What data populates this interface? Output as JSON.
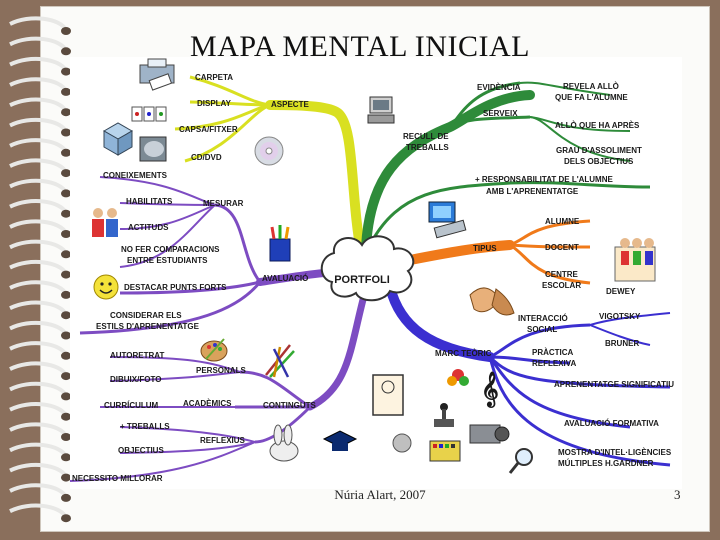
{
  "slide": {
    "title": "MAPA MENTAL INICIAL",
    "footer": "Núria Alart, 2007",
    "page_number": "3"
  },
  "map": {
    "center": "PORTFOLI",
    "aspecte": {
      "label": "ASPECTE",
      "items": [
        "CARPETA",
        "DISPLAY",
        "CAPSA/FITXER",
        "CD/DVD"
      ]
    },
    "avaluacio": {
      "label": "AVALUACIÓ",
      "mesurar": "MESURAR",
      "mesurar_items": [
        "CONEIXEMENTS",
        "HABILITATS",
        "ACTITUDS",
        "NO FER COMPARACIONS",
        "ENTRE ESTUDIANTS"
      ],
      "items": [
        "DESTACAR PUNTS FORTS",
        "CONSIDERAR ELS",
        "ESTILS D'APRENENTATGE"
      ]
    },
    "continguts": {
      "label": "CONTINGUTS",
      "personals": "PERSONALS",
      "personals_items": [
        "AUTORETRAT",
        "DIBUIX/FOTO"
      ],
      "academics": "ACADÈMICS",
      "academics_items": [
        "CURRÍCULUM"
      ],
      "reflexius": "REFLEXIUS",
      "reflexius_items": [
        "+ TREBALLS",
        "OBJECTIUS",
        "NECESSITO MILLORAR"
      ]
    },
    "recull": {
      "label_1": "RECULL DE",
      "label_2": "TREBALLS",
      "evidencia": "EVIDÈNCIA",
      "evidencia_items": [
        "REVELA ALLÒ",
        "QUE FA L'ALUMNE"
      ],
      "serveix": "SERVEIX",
      "serveix_items": [
        "ALLÒ QUE HA APRÈS",
        "GRAU D'ASSOLIMENT",
        "DELS OBJECTIUS"
      ],
      "resp_1": "+ RESPONSABILITAT DE L'ALUMNE",
      "resp_2": "AMB L'APRENENTATGE"
    },
    "tipus": {
      "label": "TIPUS",
      "items": [
        "ALUMNE",
        "DOCENT",
        "CENTRE",
        "ESCOLAR"
      ]
    },
    "marc": {
      "label": "MARC TEÒRIC",
      "dewey": "DEWEY",
      "vigotsky": "VIGOTSKY",
      "bruner": "BRUNER",
      "interaccio_1": "INTERACCIÓ",
      "interaccio_2": "SOCIAL",
      "practica_1": "PRÀCTICA",
      "practica_2": "REFLEXIVA",
      "aprenentatge": "APRENENTATGE SIGNIFICATIU",
      "avaluacio_formativa": "AVALUACIÓ FORMATIVA",
      "mostra_1": "MOSTRA D'INTEL·LIGÈNCIES",
      "mostra_2": "MÚLTIPLES H.GARDNER"
    }
  },
  "colors": {
    "aspecte": "#d9e021",
    "recull": "#2e8b3a",
    "tipus": "#f07a1a",
    "marc": "#3b2fd0",
    "avaluacio": "#7d4cc2",
    "background": "#8a6f5c"
  }
}
